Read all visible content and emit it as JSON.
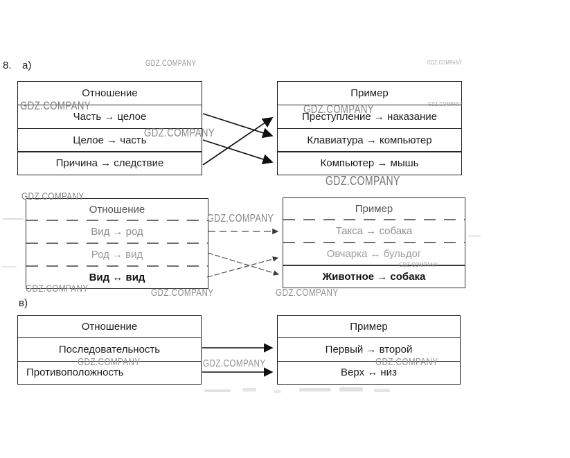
{
  "watermark": "GDZ.COMPANY",
  "labels": {
    "exercise_number": "8.",
    "part_a": "а)",
    "part_v": "в)"
  },
  "sections": {
    "a": {
      "relation": {
        "header": "Отношение",
        "rows": [
          "Часть → целое",
          "Целое → часть",
          "Причина → следствие"
        ]
      },
      "example": {
        "header": "Пример",
        "rows": [
          "Преступление → наказание",
          "Клавиатура → компьютер",
          "Компьютер → мышь"
        ]
      },
      "arrow_matches": [
        [
          0,
          1
        ],
        [
          1,
          2
        ],
        [
          2,
          0
        ]
      ]
    },
    "b": {
      "relation": {
        "header": "Отношение",
        "rows": [
          "Вид → род",
          "Род → вид",
          "Вид ↔ вид"
        ]
      },
      "example": {
        "header": "Пример",
        "rows": [
          "Такса → собака",
          "Овчарка ↔ бульдог",
          "Животное → собака"
        ]
      },
      "arrow_matches": [
        [
          0,
          0
        ],
        [
          1,
          2
        ],
        [
          2,
          1
        ]
      ]
    },
    "v": {
      "relation": {
        "header": "Отношение",
        "rows": [
          "Последовательность",
          "Противоположность"
        ]
      },
      "example": {
        "header": "Пример",
        "rows": [
          "Первый → второй",
          "Верх ↔ низ"
        ]
      },
      "arrow_matches": [
        [
          0,
          0
        ],
        [
          1,
          1
        ]
      ]
    }
  }
}
